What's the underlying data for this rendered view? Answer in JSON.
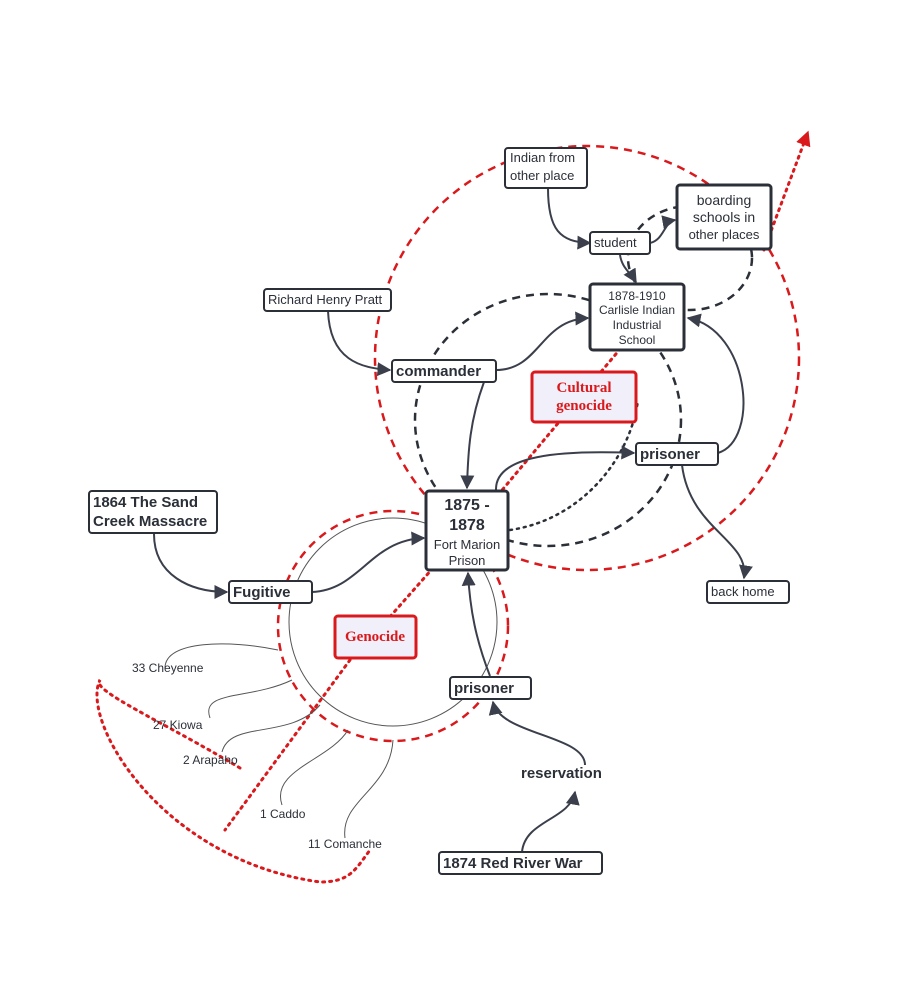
{
  "nodes": {
    "indian_other": [
      "Indian from",
      "other place"
    ],
    "boarding": [
      "boarding",
      "schools in",
      "other places"
    ],
    "student": "student",
    "carlisle": [
      "1878-1910",
      "Carlisle Indian",
      "Industrial",
      "School"
    ],
    "pratt": "Richard Henry Pratt",
    "commander": "commander",
    "cultural_genocide": [
      "Cultural",
      "genocide"
    ],
    "prisoner_right": "prisoner",
    "sand_creek": [
      "1864 The Sand",
      "Creek Massacre"
    ],
    "fort_marion": [
      "1875 -",
      "1878",
      "Fort Marion",
      "Prison"
    ],
    "back_home": "back home",
    "fugitive": "Fugitive",
    "genocide": "Genocide",
    "prisoner_bottom": "prisoner",
    "reservation": "reservation",
    "red_river": "1874 Red River War"
  },
  "tribes": [
    "33 Cheyenne",
    "27 Kiowa",
    "2 Arapaho",
    "1 Caddo",
    "11 Comanche"
  ],
  "colors": {
    "accent_red": "#d9191c",
    "ink": "#2b2f38",
    "genocide_fill": "#f1f0fa"
  }
}
